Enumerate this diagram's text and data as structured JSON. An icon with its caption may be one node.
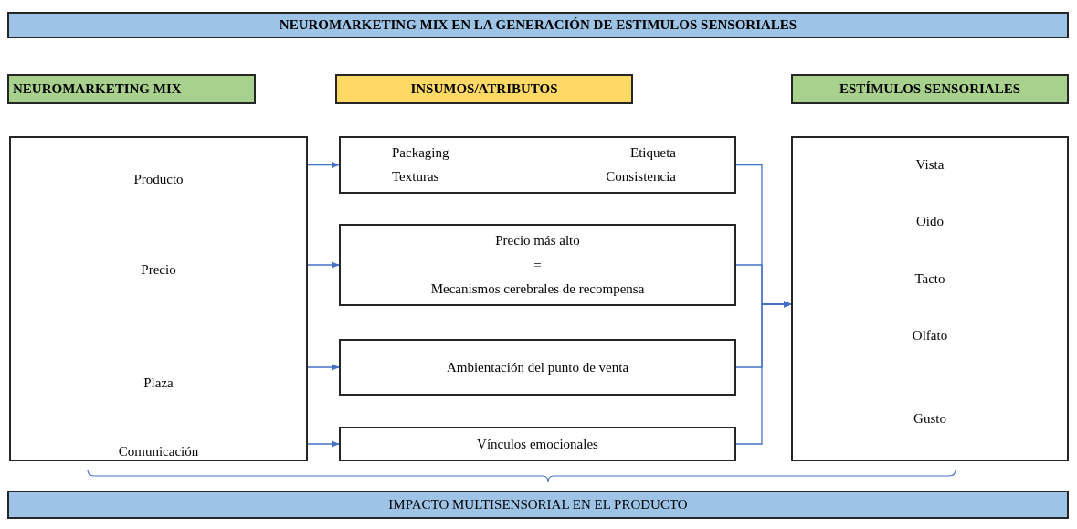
{
  "diagram": {
    "nodes": [
      {
        "text": [
          "NEUROMARKETING MIX EN LA GENERACIÓN DE ESTIMULOS SENSORIALES"
        ]
      },
      {
        "text": [
          "NEUROMARKETING MIX"
        ]
      },
      {
        "text": [
          "INSUMOS/ATRIBUTOS"
        ]
      },
      {
        "text": [
          "ESTÍMULOS SENSORIALES"
        ]
      },
      {
        "text": [
          "Producto",
          "Precio",
          "Plaza",
          "Comunicación"
        ]
      },
      {
        "text": [
          "Packaging",
          "Etiqueta",
          "Texturas",
          "Consistencia"
        ]
      },
      {
        "text": [
          "Precio más alto",
          "=",
          "Mecanismos cerebrales de recompensa"
        ]
      },
      {
        "text": [
          "Ambientación del punto de venta"
        ]
      },
      {
        "text": [
          "Vínculos emocionales"
        ]
      },
      {
        "text": [
          "Vista",
          "Oído",
          "Tacto",
          "Olfato",
          "Gusto"
        ]
      },
      {
        "text": [
          "IMPACTO MULTISENSORIAL EN EL PRODUCTO"
        ]
      }
    ],
    "edges": [
      {
        "from": 4,
        "to": 5,
        "arrow": "to"
      },
      {
        "from": 4,
        "to": 6,
        "arrow": "to"
      },
      {
        "from": 4,
        "to": 7,
        "arrow": "to"
      },
      {
        "from": 4,
        "to": 8,
        "arrow": "to"
      },
      {
        "from": 5,
        "to": 9,
        "arrow": "to"
      },
      {
        "from": 6,
        "to": 9,
        "arrow": "to"
      },
      {
        "from": 7,
        "to": 9,
        "arrow": "to"
      },
      {
        "from": 8,
        "to": 9,
        "arrow": "to"
      }
    ]
  }
}
